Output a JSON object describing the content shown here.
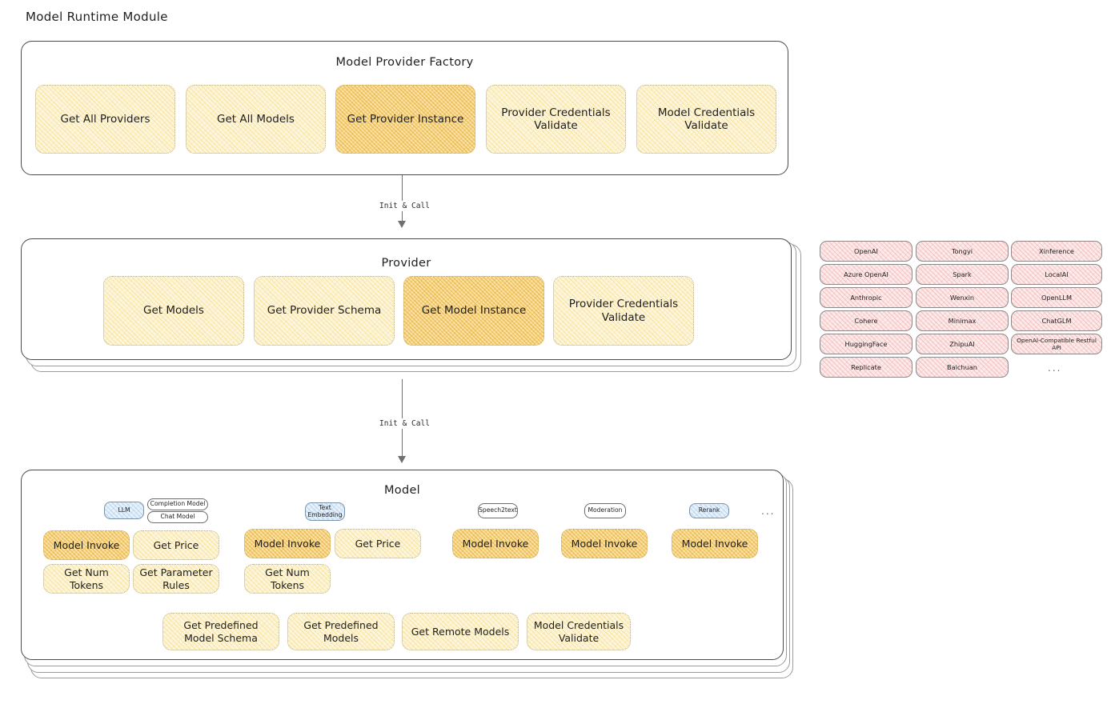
{
  "page": {
    "title": "Model Runtime Module"
  },
  "factory": {
    "title": "Model Provider Factory",
    "nodes": [
      {
        "label": "Get All Providers",
        "highlighted": false
      },
      {
        "label": "Get All Models",
        "highlighted": false
      },
      {
        "label": "Get Provider Instance",
        "highlighted": true
      },
      {
        "label": "Provider Credentials Validate",
        "highlighted": false
      },
      {
        "label": "Model Credentials Validate",
        "highlighted": false
      }
    ]
  },
  "arrows": [
    {
      "label": "Init & Call"
    },
    {
      "label": "Init & Call"
    }
  ],
  "provider": {
    "title": "Provider",
    "nodes": [
      {
        "label": "Get Models",
        "highlighted": false
      },
      {
        "label": "Get Provider Schema",
        "highlighted": false
      },
      {
        "label": "Get Model Instance",
        "highlighted": true
      },
      {
        "label": "Provider Credentials Validate",
        "highlighted": false
      }
    ]
  },
  "provider_list": {
    "columns": [
      [
        "OpenAI",
        "Azure OpenAI",
        "Anthropic",
        "Cohere",
        "HuggingFace",
        "Replicate"
      ],
      [
        "Tongyi",
        "Spark",
        "Wenxin",
        "Minimax",
        "ZhipuAI",
        "Baichuan"
      ],
      [
        "Xinference",
        "LocalAI",
        "OpenLLM",
        "ChatGLM",
        "OpenAI-Compatible Restful API"
      ]
    ],
    "more": "..."
  },
  "model": {
    "title": "Model",
    "more": "...",
    "types": [
      {
        "badge": "LLM",
        "badge_style": "blue",
        "sub_badges": [
          "Completion Model",
          "Chat Model"
        ],
        "nodes": [
          {
            "label": "Model Invoke",
            "highlighted": true
          },
          {
            "label": "Get Price",
            "highlighted": false
          },
          {
            "label": "Get Num Tokens",
            "highlighted": false
          },
          {
            "label": "Get Parameter Rules",
            "highlighted": false
          }
        ]
      },
      {
        "badge": "Text Embedding",
        "badge_style": "blue",
        "sub_badges": [],
        "nodes": [
          {
            "label": "Model Invoke",
            "highlighted": true
          },
          {
            "label": "Get Price",
            "highlighted": false
          },
          {
            "label": "Get Num Tokens",
            "highlighted": false
          }
        ]
      },
      {
        "badge": "Speech2text",
        "badge_style": "plain",
        "sub_badges": [],
        "nodes": [
          {
            "label": "Model Invoke",
            "highlighted": true
          }
        ]
      },
      {
        "badge": "Moderation",
        "badge_style": "plain",
        "sub_badges": [],
        "nodes": [
          {
            "label": "Model Invoke",
            "highlighted": true
          }
        ]
      },
      {
        "badge": "Rerank",
        "badge_style": "blue",
        "sub_badges": [],
        "nodes": [
          {
            "label": "Model Invoke",
            "highlighted": true
          }
        ]
      }
    ],
    "common_nodes": [
      "Get Predefined Model Schema",
      "Get Predefined Models",
      "Get Remote Models",
      "Model Credentials Validate"
    ]
  },
  "colors": {
    "node_fill": "#fdf6dd",
    "node_highlight": "#fbe2a8",
    "chip_fill": "#fdeaea",
    "badge_blue": "#e8f2fb",
    "frame_border": "#4a4a4a"
  }
}
